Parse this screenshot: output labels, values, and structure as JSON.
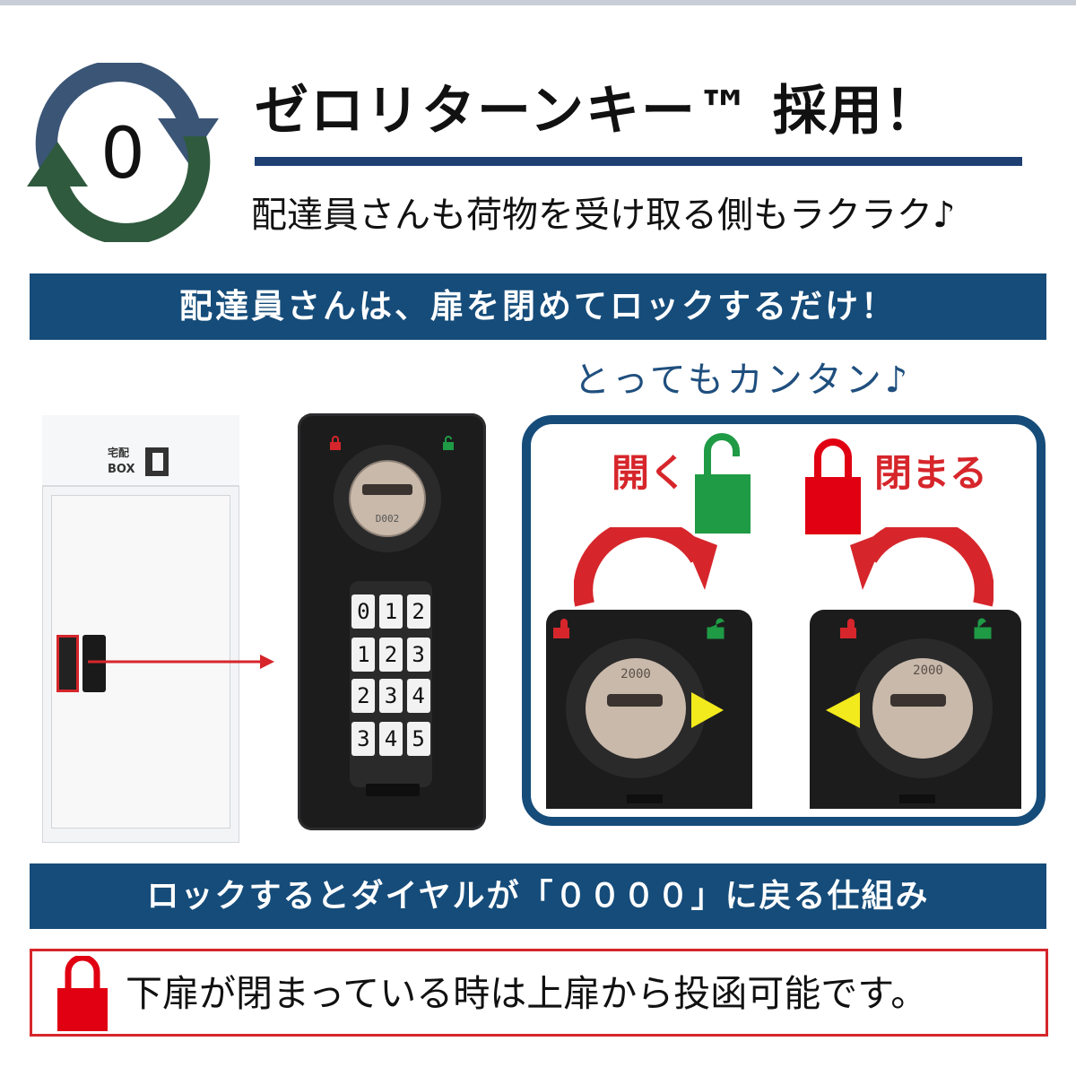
{
  "logo": {
    "digit": "0",
    "icon": "zero-return-cycle-icon",
    "colors": {
      "blue": "#3b5576",
      "green": "#2f5a3e"
    }
  },
  "header": {
    "title": "ゼロリターンキー™ 採用！",
    "subtitle": "配達員さんも荷物を受け取る側もラクラク♪"
  },
  "band_top": {
    "text": "配達員さんは、扉を閉めてロックするだけ！"
  },
  "easy_caption": "とってもカンタン♪",
  "locker": {
    "box_label_line1": "宅配",
    "box_label_line2": "BOX"
  },
  "combo_lock": {
    "key_code": "D002",
    "dial_rows": [
      [
        "0",
        "1",
        "2"
      ],
      [
        "1",
        "2",
        "3"
      ],
      [
        "2",
        "3",
        "4"
      ],
      [
        "3",
        "4",
        "5"
      ]
    ]
  },
  "instructions": {
    "open_label": "開く",
    "close_label": "閉まる",
    "key_code": "2000"
  },
  "band_bottom": {
    "text": "ロックするとダイヤルが「００００」に戻る仕組み"
  },
  "notice": {
    "text": "下扉が閉まっている時は上扉から投函可能です。",
    "icon": "padlock-closed-icon"
  },
  "colors": {
    "navy": "#154c7a",
    "red": "#d6262b",
    "green": "#1f9a45",
    "yellow": "#f2ea1d"
  }
}
